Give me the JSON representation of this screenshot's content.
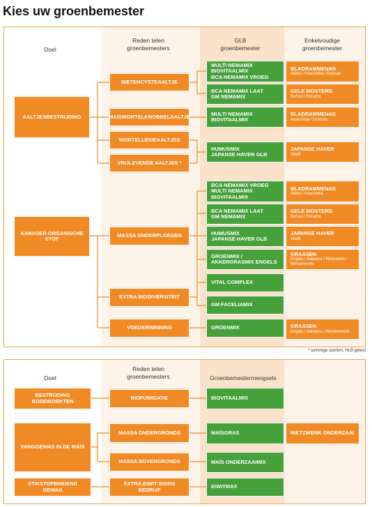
{
  "title": "Kies uw groenbemester",
  "colors": {
    "orange": "#f08a24",
    "green": "#46a03c",
    "panel_border": "#f0a44a",
    "tint": "#fbe8d4",
    "light_tint": "#fdf3e8"
  },
  "top": {
    "headers": {
      "doel": "Doel",
      "reden": "Reden telen groenbemesters",
      "glb": "GLB groenbemester",
      "enkel": "Enkelvoudige groenbemester"
    },
    "doel": [
      "Aaltjesbestrijding",
      "Aanvoer organische stof"
    ],
    "reden": [
      "Bietencysteaaltje",
      "Maiswortelknobbelaaltje",
      "Wortellesieaaltjes",
      "Vrijlevende aaltjes *",
      "Massa onderploegen",
      "Extra biodiversiteit",
      "Voederwinning"
    ],
    "glb": [
      {
        "lines": [
          "Multi Nemamix",
          "Biovitaalmix",
          "BCA Nemamix vroeg"
        ]
      },
      {
        "lines": [
          "BCA Nemamix laat",
          "GM Nemamix"
        ]
      },
      {
        "lines": [
          "Multi Nemamix",
          "Biovitaalmix"
        ]
      },
      {
        "lines": [
          "Humusmix",
          "Japanse haver GLB"
        ]
      },
      {
        "lines": [
          "BCA Nemamix vroeg",
          "Multi Nemamix",
          "Biovitaalmix"
        ]
      },
      {
        "lines": [
          "BCA Nemamix laat",
          "GM Nemamix"
        ]
      },
      {
        "lines": [
          "Humusmix",
          "Japanse haver GLB"
        ]
      },
      {
        "lines": [
          "Groenmix /",
          "Akkergrasmix Engels"
        ]
      },
      {
        "lines": [
          "Vital complex"
        ]
      },
      {
        "lines": [
          "GM Faceliamix"
        ]
      },
      {
        "lines": [
          "Groenmix"
        ]
      }
    ],
    "enkel": [
      {
        "name": "Bladrammenas",
        "varieties": "Adios / Anaconda / Dracula"
      },
      {
        "name": "Gele mosterd",
        "varieties": "Serval / Floraine"
      },
      {
        "name": "Bladrammenas",
        "varieties": "Anaconda / Dracula"
      },
      {
        "name": "Japanse haver",
        "varieties": "Vitalfi"
      },
      {
        "name": "Bladrammenas",
        "varieties": "Adios / Anaconda"
      },
      {
        "name": "Gele mosterd",
        "varieties": "Serval / Floraine"
      },
      {
        "name": "Japanse haver",
        "varieties": "Vitalfi"
      },
      {
        "name": "Grassen",
        "varieties": "Engels / Italiaans / Rietzwenk / Westerwolds"
      },
      {
        "name": "Grassen",
        "varieties": "Engels / Italiaans / Westerwolds"
      }
    ],
    "footnote": "* sommige soorten, HLB getest"
  },
  "bottom": {
    "headers": {
      "doel": "Doel",
      "reden": "Reden telen groenbemesters",
      "mix": "Groenbemestermengsels"
    },
    "doel": [
      "Bestrijding bodemziekten",
      "Vanggewas in de maïs",
      "Stikstofbindend gewas"
    ],
    "reden": [
      "Biofumigatie",
      "Massa ondergronds",
      "Massa bovengronds",
      "Extra eiwit eigen bedrijf"
    ],
    "mix": [
      "Biovitaalmix",
      "Maïsgras",
      "Maïs onderzaaimix",
      "Eiwitmax"
    ],
    "extra": [
      "Rietzwenk onderzaai"
    ]
  }
}
